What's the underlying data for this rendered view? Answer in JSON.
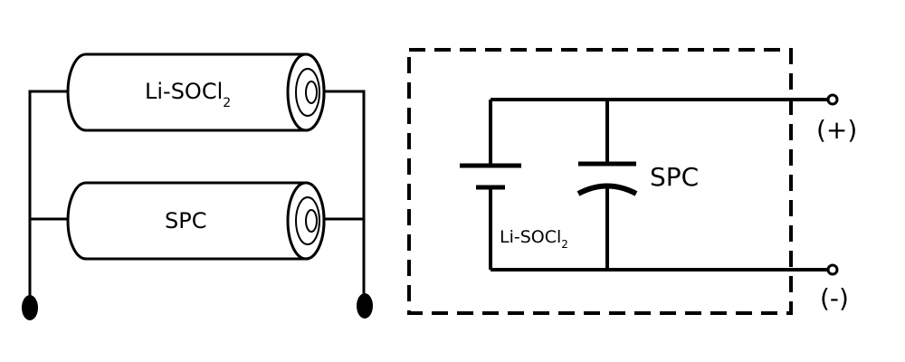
{
  "left_panel": {
    "top_cell": {
      "label_main": "Li-SOCl",
      "label_sub": "2"
    },
    "bottom_cell": {
      "label_main": "SPC"
    }
  },
  "right_panel": {
    "battery": {
      "label_main": "Li-SOCl",
      "label_sub": "2"
    },
    "capacitor": {
      "label_main": "SPC"
    },
    "terminal_positive": "(+)",
    "terminal_negative": "(-)"
  },
  "colors": {
    "line": "#000000",
    "background": "#ffffff"
  }
}
